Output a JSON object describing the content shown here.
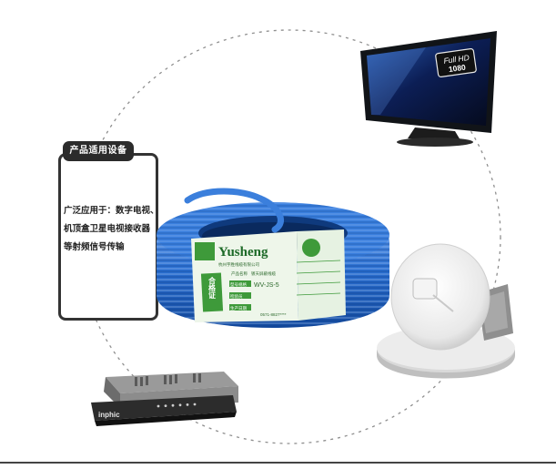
{
  "info_box": {
    "title": "产品适用设备",
    "lines": [
      "广泛应用于：数字电视、",
      "机顶盒卫星电视接收器",
      "等射频信号传输"
    ]
  },
  "tv": {
    "badge_line1": "Full HD",
    "badge_line2": "1080"
  },
  "cable_label": {
    "brand": "Yusheng",
    "company": "杭州宇胜线缆有限公司",
    "certificate": "合格证",
    "product_name_label": "产品名称",
    "product_name_value": "镀天屏蔽线缆",
    "model_label": "型号规格",
    "model_value": "WV-JS-5",
    "check_label": "检验员",
    "date_label": "生产日期",
    "phone": "0571-8827****"
  },
  "set_top_box": {
    "brand": "inphic"
  },
  "colors": {
    "cable_blue": "#2a6fd1",
    "label_green": "#3e9a3a",
    "box_border": "#333333",
    "dash": "#8a8a8a"
  }
}
